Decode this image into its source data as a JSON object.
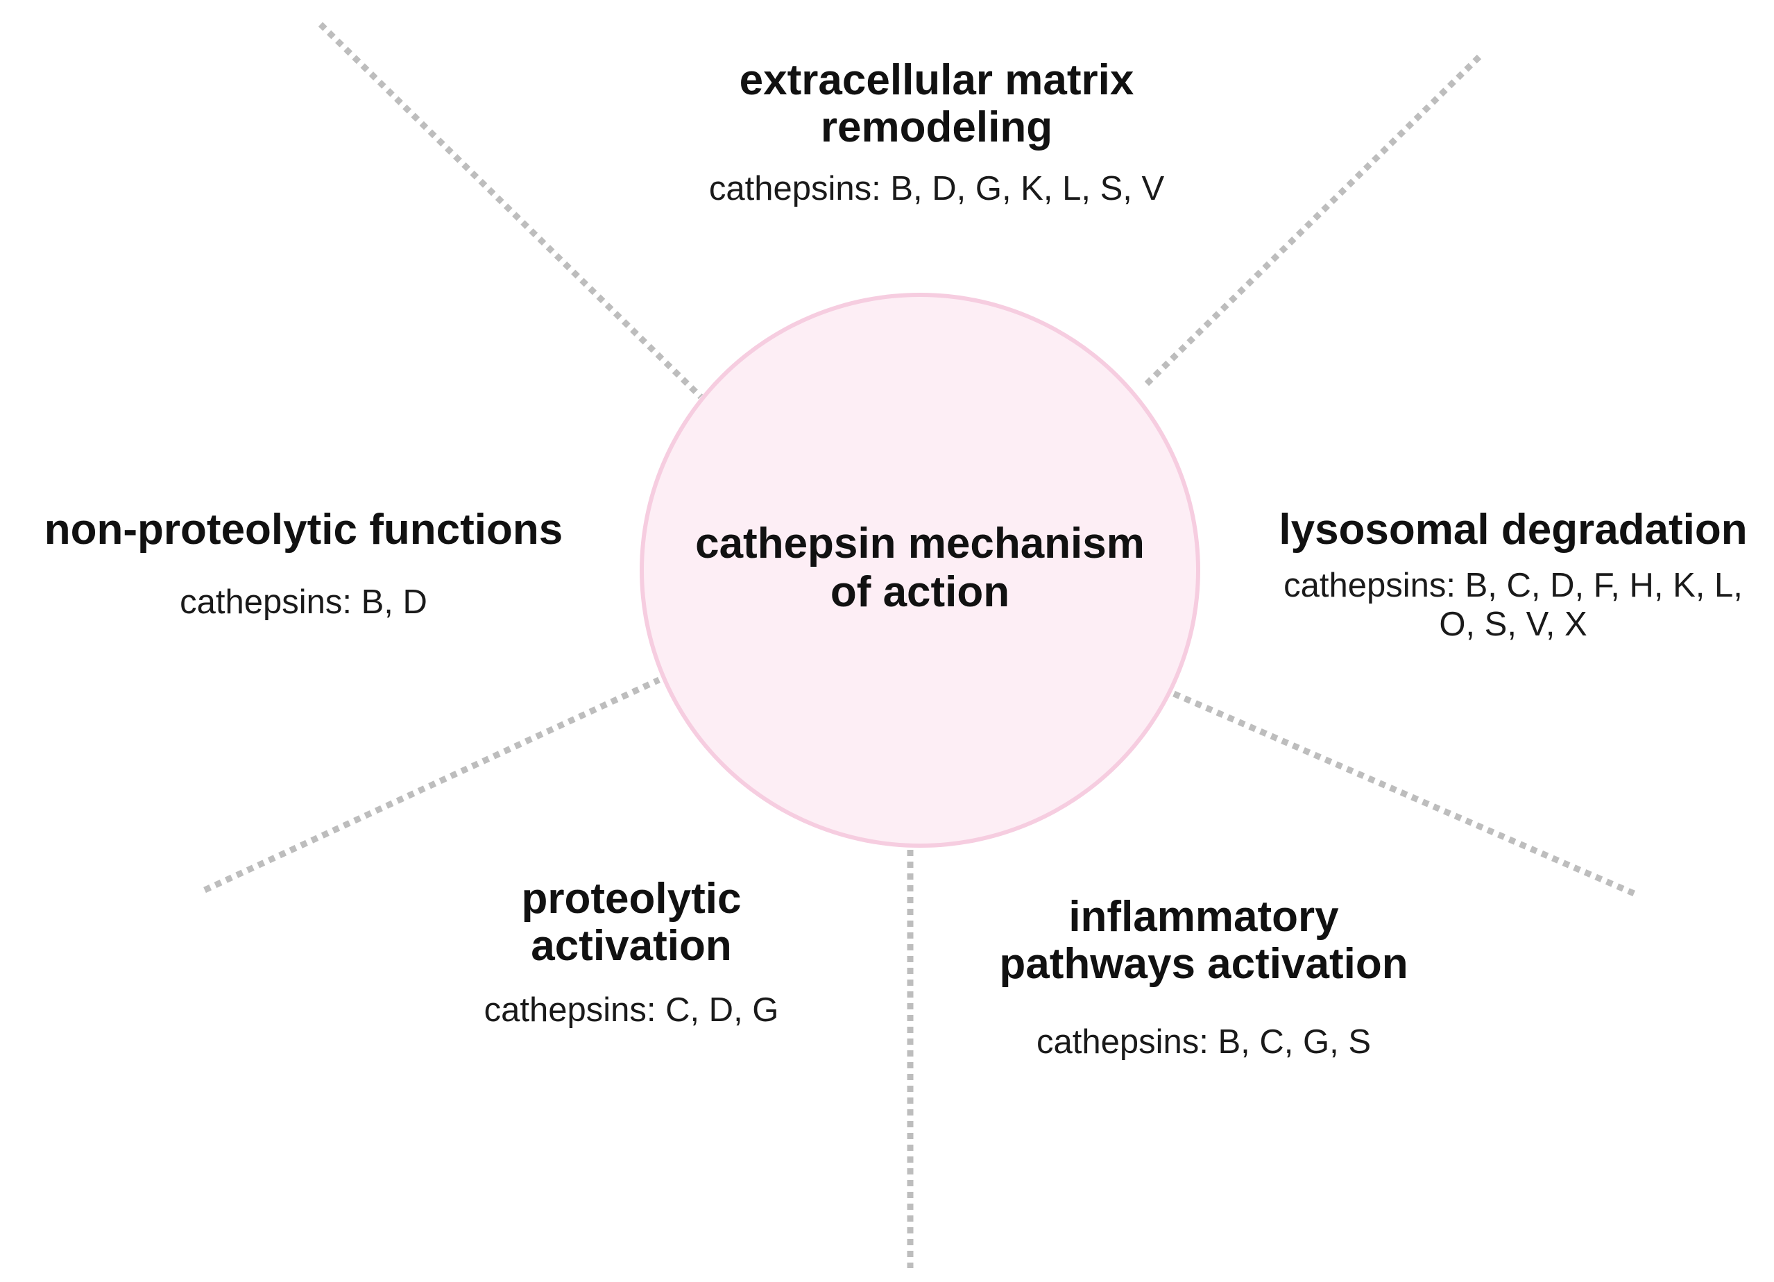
{
  "center": {
    "title_line1": "cathepsin mechanism",
    "title_line2": "of action"
  },
  "nodes": {
    "ecm": {
      "title_line1": "extracellular matrix",
      "title_line2": "remodeling",
      "cathepsins": "cathepsins: B, D, G, K, L, S, V"
    },
    "lysosomal": {
      "title": "lysosomal degradation",
      "cathepsins_line1": "cathepsins: B, C, D, F, H, K, L,",
      "cathepsins_line2": "O, S, V, X"
    },
    "non_proteolytic": {
      "title": "non-proteolytic functions",
      "cathepsins": "cathepsins: B, D"
    },
    "proteolytic": {
      "title_line1": "proteolytic",
      "title_line2": "activation",
      "cathepsins": "cathepsins: C, D, G"
    },
    "inflammatory": {
      "title_line1": "inflammatory",
      "title_line2": "pathways activation",
      "cathepsins": "cathepsins: B, C, G, S"
    }
  },
  "colors": {
    "circle_fill": "#fdeef5",
    "circle_border": "#f6cde0",
    "connector": "#bdbdbd",
    "text": "#111111"
  }
}
